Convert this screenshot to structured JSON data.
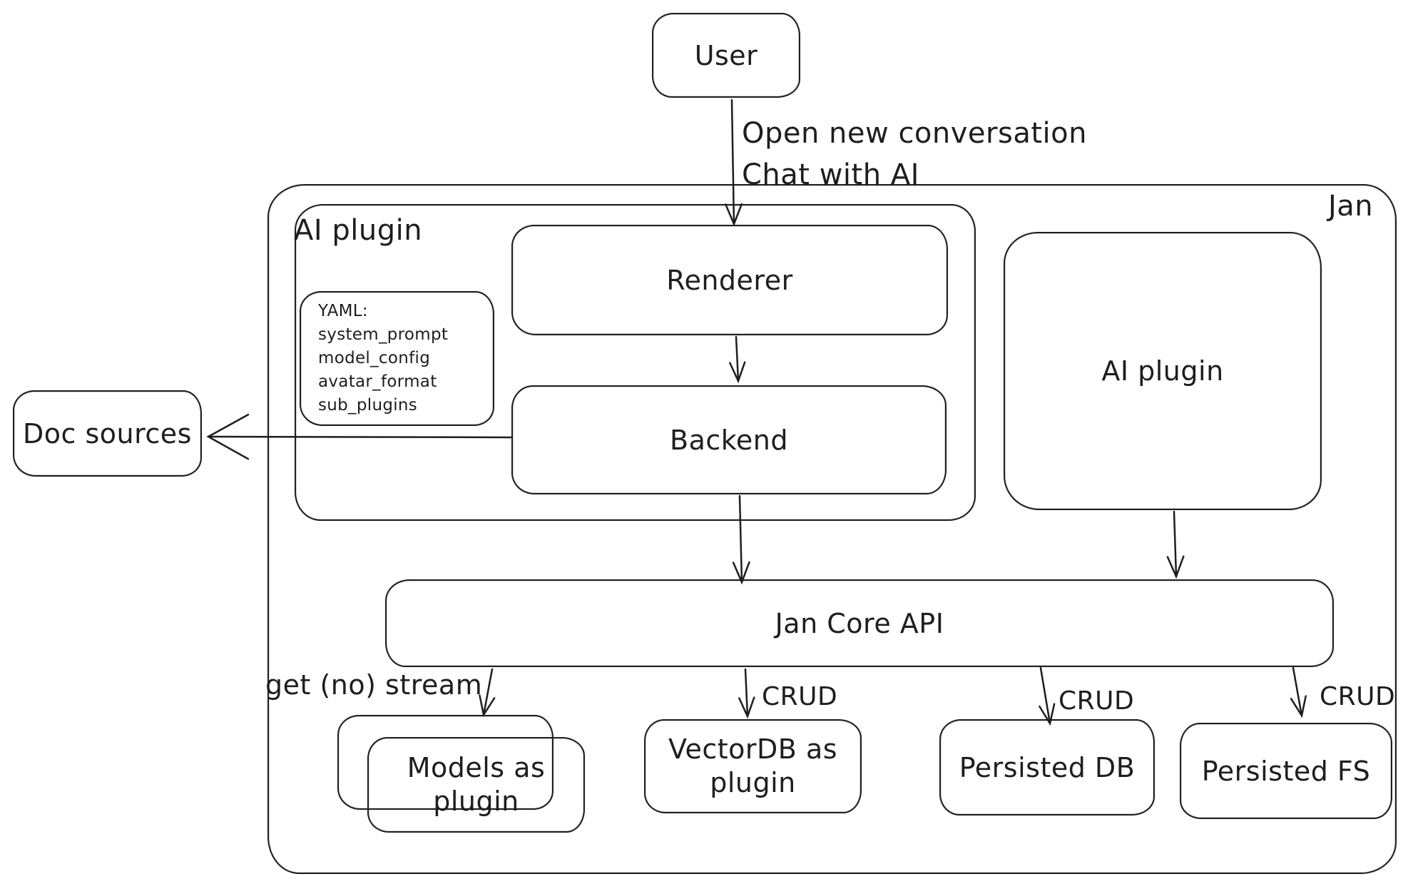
{
  "diagram": {
    "colors": {
      "stroke": "#1e1e1e",
      "background": "#ffffff"
    },
    "nodes": {
      "user": {
        "label": "User"
      },
      "jan_container": {
        "label": "Jan"
      },
      "ai_plugin_container": {
        "label": "AI plugin"
      },
      "renderer": {
        "label": "Renderer"
      },
      "yaml_note": {
        "lines": [
          "YAML:",
          "system_prompt",
          "model_config",
          "avatar_format",
          "sub_plugins"
        ]
      },
      "backend": {
        "label": "Backend"
      },
      "ai_plugin_box": {
        "label": "AI plugin"
      },
      "doc_sources": {
        "label": "Doc sources"
      },
      "jan_core_api": {
        "label": "Jan Core API"
      },
      "models_as_plugin": {
        "label": "Models as\nplugin"
      },
      "vectordb": {
        "label": "VectorDB as\nplugin"
      },
      "persisted_db": {
        "label": "Persisted DB"
      },
      "persisted_fs": {
        "label": "Persisted FS"
      }
    },
    "edge_labels": {
      "user_to_renderer": "Open new conversation\nChat with AI",
      "api_to_models": "get (no) stream",
      "api_to_vectordb": "CRUD",
      "api_to_persisted_db": "CRUD",
      "api_to_persisted_fs": "CRUD"
    }
  }
}
